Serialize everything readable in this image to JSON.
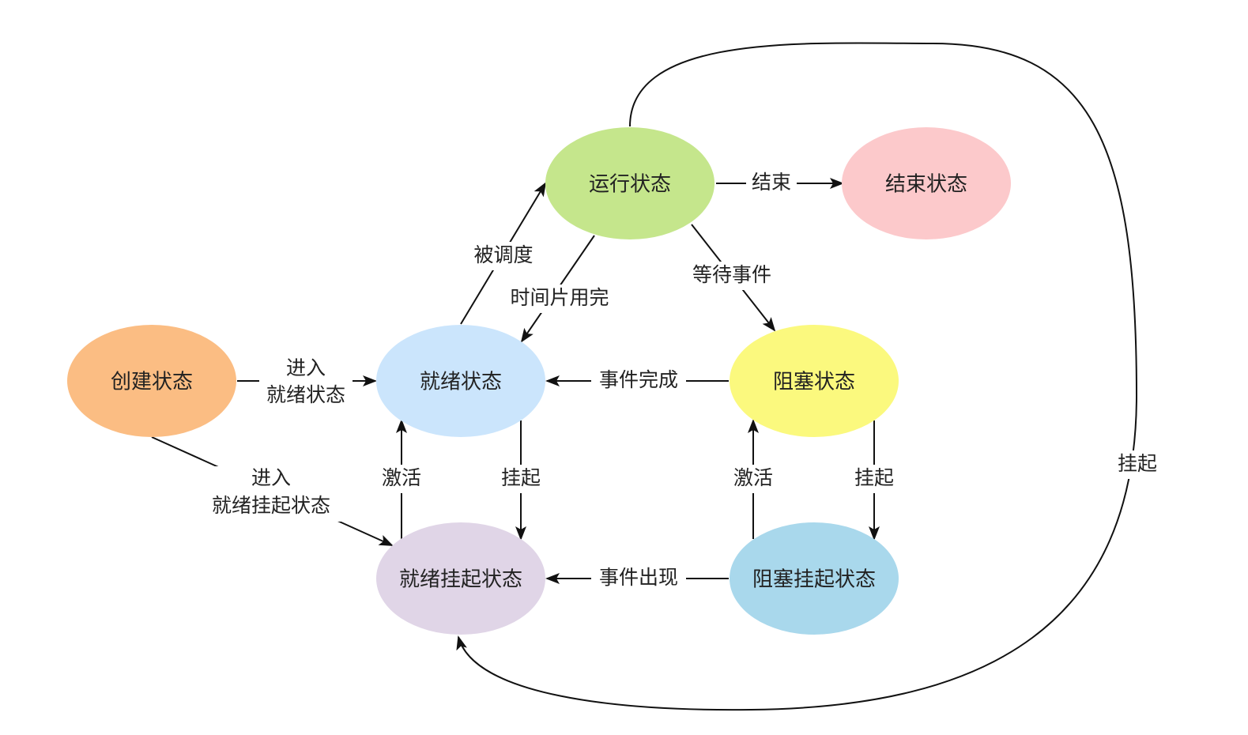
{
  "nodes": {
    "create": {
      "label": "创建状态",
      "color": "#fbbd83"
    },
    "ready": {
      "label": "就绪状态",
      "color": "#cbe5fc"
    },
    "running": {
      "label": "运行状态",
      "color": "#c5e68c"
    },
    "end": {
      "label": "结束状态",
      "color": "#fcc9cb"
    },
    "blocked": {
      "label": "阻塞状态",
      "color": "#fbf97e"
    },
    "ready_suspended": {
      "label": "就绪挂起状态",
      "color": "#e0d5e7"
    },
    "blocked_suspended": {
      "label": "阻塞挂起状态",
      "color": "#a9d8ec"
    }
  },
  "edges": {
    "create_to_ready": {
      "line1": "进入",
      "line2": "就绪状态"
    },
    "create_to_ready_suspended": {
      "line1": "进入",
      "line2": "就绪挂起状态"
    },
    "scheduled": "被调度",
    "timeslice_done": "时间片用完",
    "finish": "结束",
    "wait_event": "等待事件",
    "event_complete": "事件完成",
    "activate_ready": "激活",
    "suspend_ready": "挂起",
    "activate_blocked": "激活",
    "suspend_blocked": "挂起",
    "event_occurs": "事件出现",
    "suspend_running": "挂起"
  }
}
